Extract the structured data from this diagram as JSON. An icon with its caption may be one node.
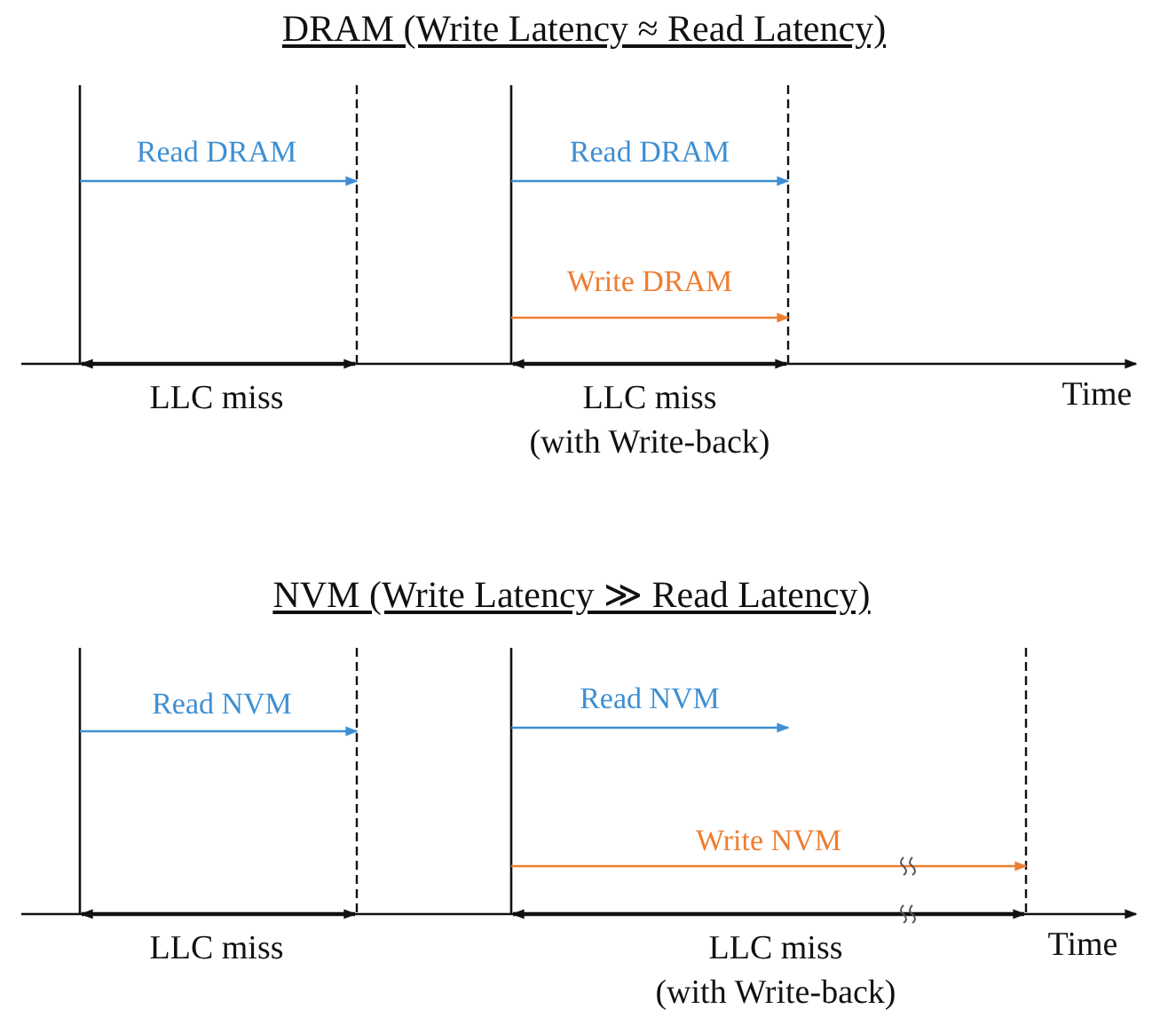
{
  "diagram": {
    "labels": [
      "DRAM (Write Latency ≈ Read Latency)",
      "Read DRAM",
      "Read DRAM",
      "Write DRAM",
      "LLC miss",
      "LLC miss (with Write-back)",
      "Time",
      "NVM (Write Latency ≫ Read Latency)",
      "Read NVM",
      "Read NVM",
      "Write NVM",
      "LLC miss",
      "LLC miss (with Write-back)",
      "Time"
    ]
  }
}
